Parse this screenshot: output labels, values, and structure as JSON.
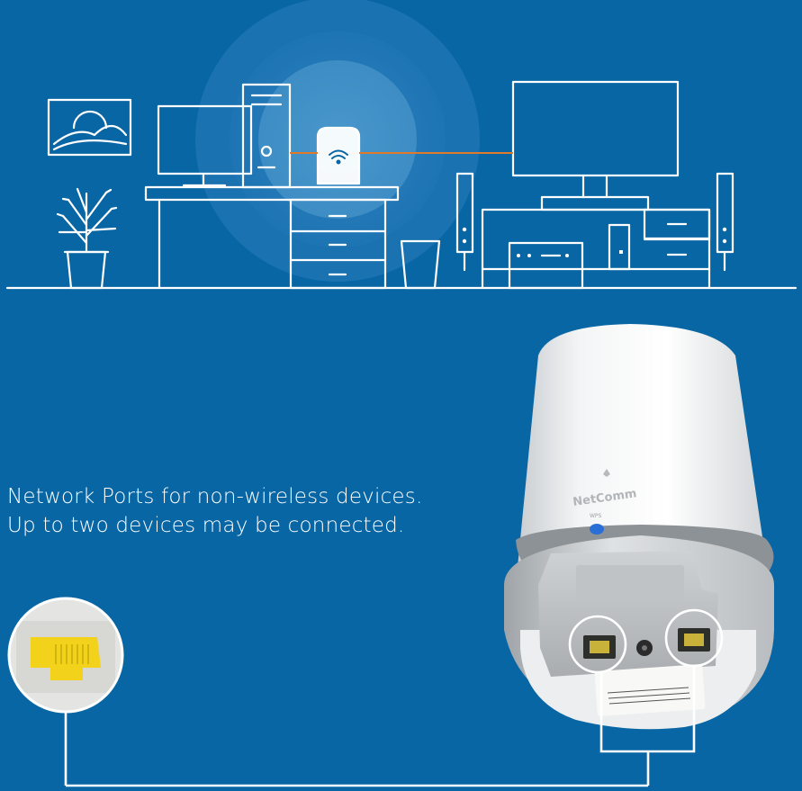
{
  "colors": {
    "background": "#0866a4",
    "line": "#ffffff",
    "ethernet_link": "#e07a2a",
    "port_yellow": "#f2d21a",
    "wps_blue": "#2a6fd6"
  },
  "caption": {
    "line1": "Network Ports for non-wireless devices.",
    "line2": "Up to two devices may be connected."
  },
  "device": {
    "brand": "NetComm",
    "button_label": "WPS"
  },
  "icons": [
    "wifi-icon",
    "ethernet-port-icon"
  ]
}
